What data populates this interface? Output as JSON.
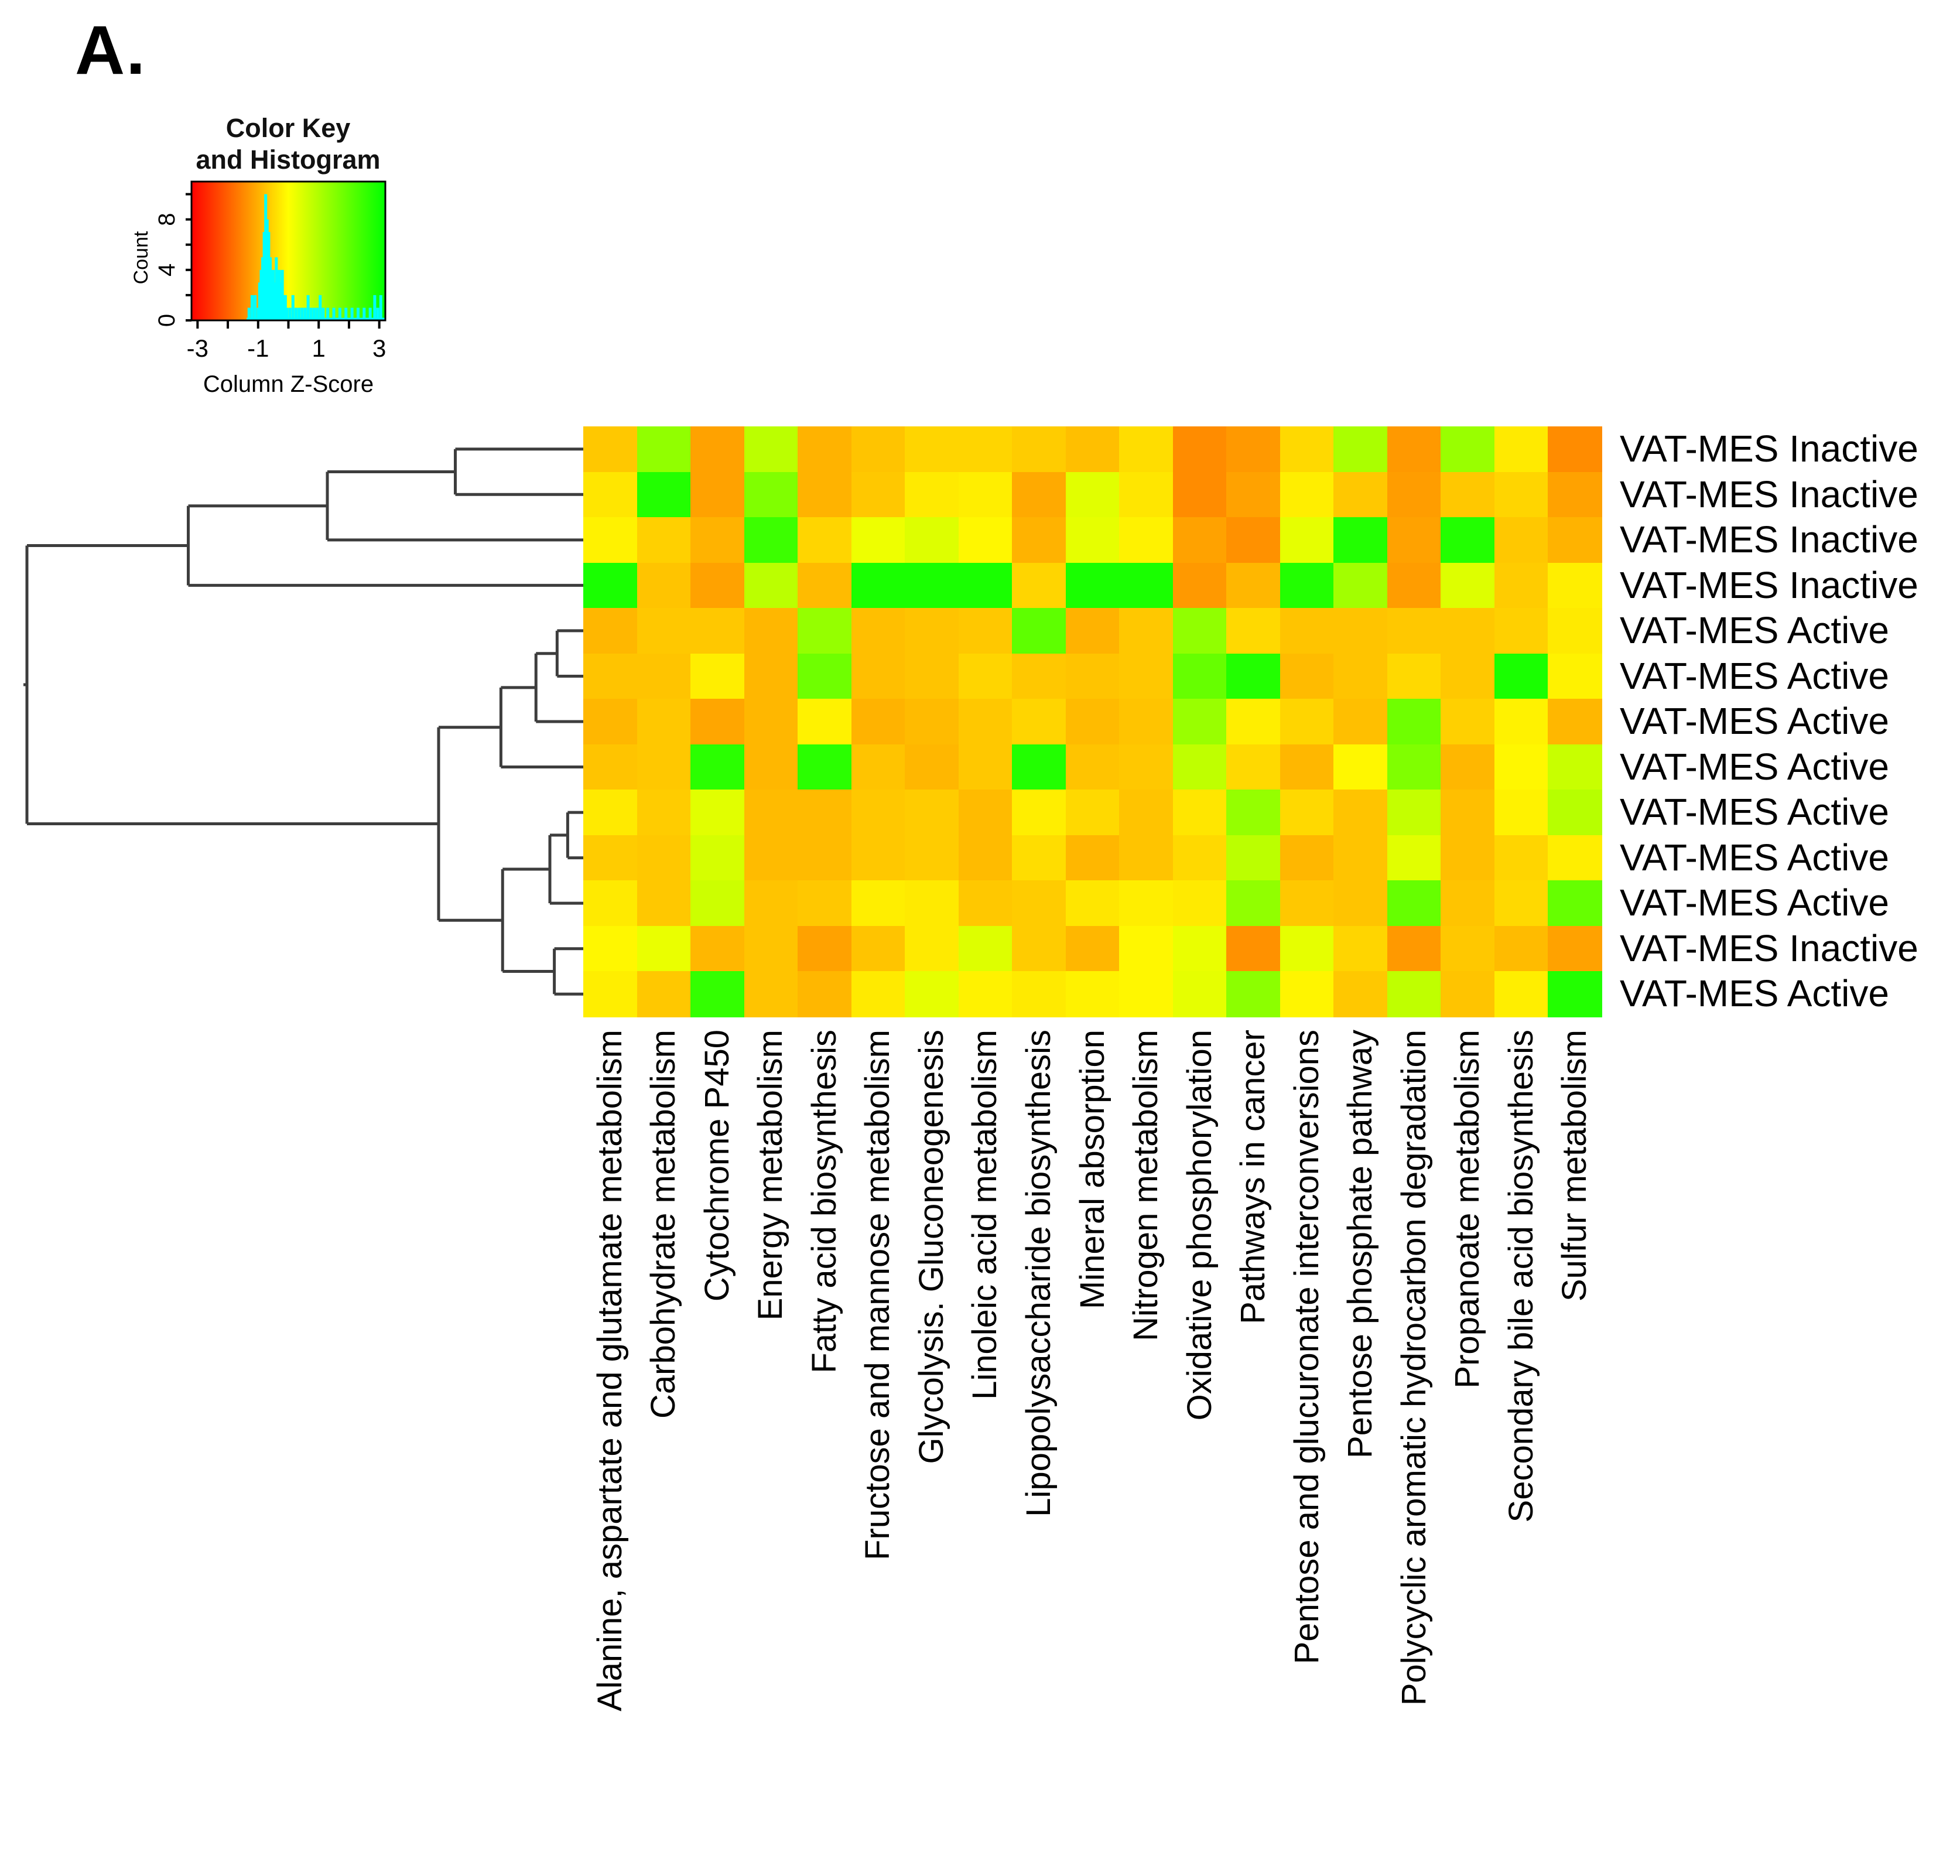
{
  "panel_label": "A.",
  "color_key": {
    "title_line1": "Color Key",
    "title_line2": "and Histogram",
    "count_label": "Count",
    "count_tick_labels": [
      "0",
      "4",
      "8"
    ],
    "count_tick_values": [
      0,
      4,
      8
    ],
    "count_minor_tick_values": [
      0,
      2,
      4,
      6,
      8,
      10
    ],
    "count_max": 11,
    "x_axis_label": "Column Z-Score",
    "x_tick_labels": [
      "-3",
      "-1",
      "1",
      "3"
    ],
    "x_tick_label_values": [
      -3,
      -1,
      1,
      3
    ],
    "x_minor_tick_values": [
      -3,
      -2,
      -1,
      0,
      1,
      2,
      3
    ],
    "z_min": -3.2,
    "z_max": 3.2,
    "histogram_color": "#00ffff"
  },
  "chart_data": {
    "type": "heatmap",
    "title": "",
    "rows": [
      "VAT-MES Inactive",
      "VAT-MES Inactive",
      "VAT-MES Inactive",
      "VAT-MES Inactive",
      "VAT-MES Active",
      "VAT-MES Active",
      "VAT-MES Active",
      "VAT-MES Active",
      "VAT-MES Active",
      "VAT-MES Active",
      "VAT-MES Active",
      "VAT-MES Inactive",
      "VAT-MES Active"
    ],
    "columns": [
      "Alanine, aspartate and glutamate metabolism",
      "Carbohydrate metabolism",
      "Cytochrome P450",
      "Energy metabolism",
      "Fatty acid biosynthesis",
      "Fructose and mannose metabolism",
      "Glycolysis. Gluconeogenesis",
      "Linoleic acid metabolism",
      "Lipopolysaccharide biosynthesis",
      "Mineral absorption",
      "Nitrogen metabolism",
      "Oxidative phosphorylation",
      "Pathways in cancer",
      "Pentose and glucuronate interconversions",
      "Pentose phosphate pathway",
      "Polycyclic aromatic hydrocarbon  degradation",
      "Propanoate metabolism",
      "Secondary bile acid biosynthesis",
      "Sulfur metabolism"
    ],
    "value_name": "Column Z-Score",
    "values": [
      [
        -0.65,
        1.3,
        -1.1,
        0.8,
        -0.9,
        -0.7,
        -0.5,
        -0.5,
        -0.6,
        -0.75,
        -0.4,
        -1.35,
        -1.2,
        -0.45,
        1.0,
        -1.2,
        1.2,
        -0.25,
        -1.35
      ],
      [
        -0.3,
        2.6,
        -1.1,
        1.5,
        -0.9,
        -0.65,
        -0.25,
        -0.2,
        -1.0,
        0.35,
        -0.3,
        -1.35,
        -1.1,
        -0.2,
        -0.65,
        -1.15,
        -0.65,
        -0.5,
        -1.1
      ],
      [
        -0.15,
        -0.55,
        -0.9,
        2.3,
        -0.5,
        0.2,
        0.4,
        -0.1,
        -0.9,
        0.3,
        -0.15,
        -1.1,
        -1.3,
        0.3,
        2.6,
        -1.1,
        2.6,
        -0.65,
        -0.9
      ],
      [
        2.7,
        -0.7,
        -1.1,
        0.8,
        -0.8,
        2.7,
        2.7,
        2.7,
        -0.5,
        2.7,
        2.7,
        -1.2,
        -0.85,
        2.6,
        1.1,
        -1.15,
        0.4,
        -0.6,
        -0.2
      ],
      [
        -0.85,
        -0.65,
        -0.65,
        -0.85,
        1.25,
        -0.75,
        -0.7,
        -0.65,
        1.9,
        -0.9,
        -0.65,
        1.3,
        -0.45,
        -0.7,
        -0.7,
        -0.65,
        -0.65,
        -0.55,
        -0.25
      ],
      [
        -0.7,
        -0.7,
        -0.2,
        -0.85,
        1.7,
        -0.75,
        -0.7,
        -0.5,
        -0.65,
        -0.7,
        -0.65,
        1.8,
        2.6,
        -0.8,
        -0.7,
        -0.45,
        -0.65,
        2.7,
        -0.15
      ],
      [
        -0.85,
        -0.65,
        -1.05,
        -0.85,
        -0.15,
        -0.9,
        -0.8,
        -0.65,
        -0.5,
        -0.8,
        -0.7,
        1.2,
        -0.2,
        -0.5,
        -0.75,
        1.7,
        -0.55,
        -0.15,
        -0.85
      ],
      [
        -0.7,
        -0.65,
        2.5,
        -0.85,
        2.5,
        -0.7,
        -0.85,
        -0.65,
        2.6,
        -0.7,
        -0.65,
        0.75,
        -0.45,
        -0.85,
        -0.1,
        1.5,
        -0.85,
        -0.1,
        0.65
      ],
      [
        -0.25,
        -0.6,
        0.35,
        -0.8,
        -0.8,
        -0.65,
        -0.6,
        -0.8,
        -0.2,
        -0.45,
        -0.7,
        -0.3,
        1.25,
        -0.45,
        -0.7,
        0.7,
        -0.75,
        -0.15,
        0.85
      ],
      [
        -0.6,
        -0.65,
        0.5,
        -0.8,
        -0.8,
        -0.65,
        -0.6,
        -0.8,
        -0.4,
        -0.85,
        -0.7,
        -0.45,
        0.8,
        -0.85,
        -0.7,
        0.35,
        -0.75,
        -0.5,
        -0.2
      ],
      [
        -0.25,
        -0.65,
        0.6,
        -0.7,
        -0.65,
        -0.2,
        -0.25,
        -0.65,
        -0.6,
        -0.3,
        -0.2,
        -0.25,
        1.3,
        -0.65,
        -0.7,
        1.8,
        -0.7,
        -0.45,
        1.8
      ],
      [
        -0.1,
        0.25,
        -0.85,
        -0.7,
        -1.1,
        -0.7,
        -0.25,
        0.4,
        -0.6,
        -0.85,
        -0.1,
        0.25,
        -1.3,
        0.3,
        -0.5,
        -1.2,
        -0.65,
        -0.8,
        -1.1
      ],
      [
        -0.2,
        -0.65,
        2.4,
        -0.7,
        -0.85,
        -0.25,
        0.3,
        -0.15,
        -0.25,
        -0.15,
        -0.1,
        0.3,
        1.35,
        -0.12,
        -0.65,
        0.75,
        -0.7,
        -0.2,
        2.6
      ]
    ],
    "color_scale": {
      "min": -3,
      "mid": 0,
      "max": 3,
      "min_color": "#ff0000",
      "mid_color": "#ffff00",
      "max_color": "#00ff00"
    },
    "legend_position": "top-left",
    "grid": false,
    "color_key_histogram": {
      "type": "bar",
      "xlabel": "Column Z-Score",
      "ylabel": "Count",
      "ylim": [
        0,
        11
      ],
      "z": [
        -1.3,
        -1.2,
        -1.1,
        -1.0,
        -0.95,
        -0.9,
        -0.85,
        -0.8,
        -0.75,
        -0.7,
        -0.65,
        -0.6,
        -0.55,
        -0.5,
        -0.45,
        -0.4,
        -0.35,
        -0.3,
        -0.25,
        -0.2,
        -0.15,
        -0.1,
        -0.05,
        0.05,
        0.15,
        0.25,
        0.35,
        0.45,
        0.55,
        0.65,
        0.75,
        0.85,
        0.95,
        1.05,
        1.15,
        1.3,
        1.5,
        1.7,
        1.9,
        2.1,
        2.3,
        2.5,
        2.7,
        2.85,
        2.95,
        3.05
      ],
      "counts": [
        1,
        2,
        2,
        1,
        3,
        4,
        5,
        7,
        10,
        8,
        7,
        5,
        4,
        4,
        3,
        5,
        4,
        4,
        3,
        4,
        2,
        2,
        1,
        1,
        2,
        1,
        1,
        1,
        1,
        2,
        1,
        1,
        1,
        2,
        1,
        1,
        1,
        1,
        1,
        1,
        1,
        1,
        1,
        2,
        1,
        2
      ]
    },
    "row_dendrogram": {
      "height": 1.0,
      "children": [
        {
          "height": 0.71,
          "children": [
            {
              "height": 0.46,
              "children": [
                {
                  "height": 0.23,
                  "children": [
                    {
                      "leaf": 0
                    },
                    {
                      "leaf": 1
                    }
                  ]
                },
                {
                  "leaf": 2
                }
              ]
            },
            {
              "leaf": 3
            }
          ]
        },
        {
          "height": 0.26,
          "children": [
            {
              "height": 0.148,
              "children": [
                {
                  "height": 0.085,
                  "children": [
                    {
                      "height": 0.047,
                      "children": [
                        {
                          "leaf": 4
                        },
                        {
                          "leaf": 5
                        }
                      ]
                    },
                    {
                      "leaf": 6
                    }
                  ]
                },
                {
                  "leaf": 7
                }
              ]
            },
            {
              "height": 0.145,
              "children": [
                {
                  "height": 0.06,
                  "children": [
                    {
                      "height": 0.028,
                      "children": [
                        {
                          "leaf": 8
                        },
                        {
                          "leaf": 9
                        }
                      ]
                    },
                    {
                      "leaf": 10
                    }
                  ]
                },
                {
                  "height": 0.052,
                  "children": [
                    {
                      "leaf": 11
                    },
                    {
                      "leaf": 12
                    }
                  ]
                }
              ]
            }
          ]
        }
      ]
    },
    "dendrogram_line_color": "#3d3d3d"
  }
}
